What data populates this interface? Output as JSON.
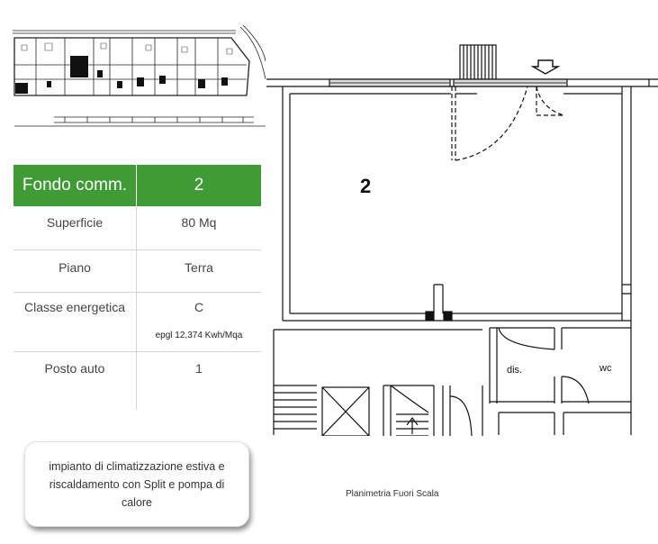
{
  "table": {
    "header": {
      "label": "Fondo comm.",
      "value": "2"
    },
    "rows": [
      {
        "label": "Superficie",
        "value": "80 Mq"
      },
      {
        "label": "Piano",
        "value": "Terra"
      },
      {
        "label": "Classe energetica",
        "value": "C",
        "note": "epgl 12,374 Kwh/Mqa"
      },
      {
        "label": "Posto auto",
        "value": "1"
      }
    ],
    "accent_color": "#3f9b35"
  },
  "callout": {
    "text": "impianto di climatizzazione estiva e riscaldamento con Split e pompa di calore"
  },
  "plan": {
    "unit_number": "2",
    "room_dis": "dis.",
    "room_wc": "wc",
    "caption": "Planimetria Fuori Scala"
  }
}
